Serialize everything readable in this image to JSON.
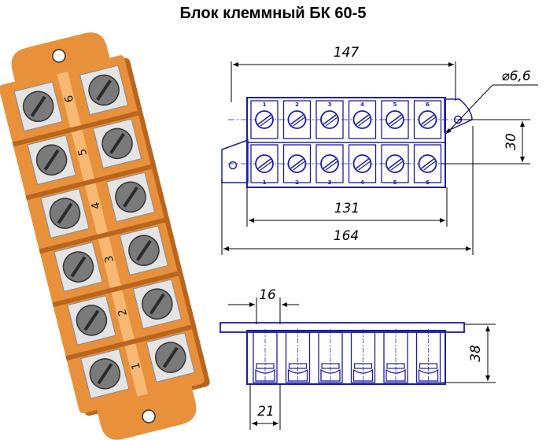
{
  "title": "Блок клеммный БК 60-5",
  "colors": {
    "body": "#e8913a",
    "body_dark": "#b8661f",
    "body_light": "#f6b872",
    "pad": "#e4e4e4",
    "screw": "#7a7a7a",
    "line": "#1c1ca8"
  },
  "isometric": {
    "terminal_numbers": [
      "6",
      "5",
      "4",
      "3",
      "2",
      "1"
    ]
  },
  "front_view": {
    "top_numbers": [
      "1",
      "2",
      "3",
      "4",
      "5",
      "6"
    ],
    "bottom_numbers": [
      "1",
      "2",
      "3",
      "4",
      "5",
      "6"
    ]
  },
  "dimensions": {
    "overall_top": "147",
    "hole": "⌀6,6",
    "pitch_vertical": "30",
    "inner_width": "131",
    "overall_width": "164",
    "pitch": "16",
    "height": "38",
    "side": "21"
  }
}
